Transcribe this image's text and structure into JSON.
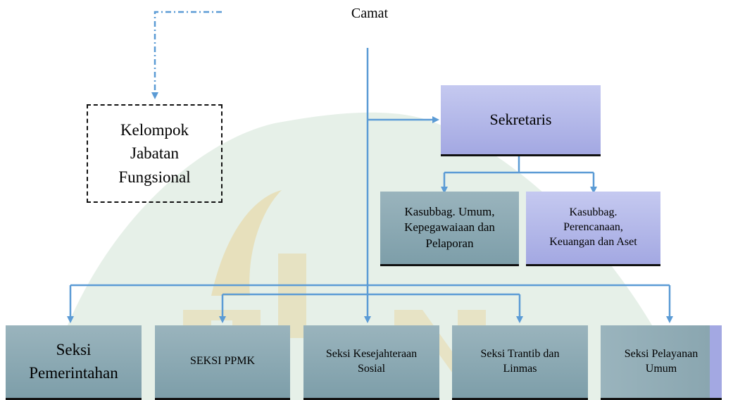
{
  "nodes": {
    "camat": "Camat",
    "fungsional": [
      "Kelompok",
      "Jabatan",
      "Fungsional"
    ],
    "sekretaris": "Sekretaris",
    "kasubbag_umum": [
      "Kasubbag. Umum,",
      "Kepegawaiaan dan",
      "Pelaporan"
    ],
    "kasubbag_perencanaan": [
      "Kasubbag.",
      "Perencanaan,",
      "Keuangan dan Aset"
    ],
    "seksi_pemerintahan": [
      "Seksi",
      "Pemerintahan"
    ],
    "seksi_ppmk": "SEKSI PPMK",
    "seksi_kesejahteraan": [
      "Seksi Kesejahteraan",
      "Sosial"
    ],
    "seksi_trantib": [
      "Seksi Trantib dan",
      "Linmas"
    ],
    "seksi_pelayanan": [
      "Seksi Pelayanan",
      "Umum"
    ]
  },
  "colors": {
    "connector": "#5b9bd5",
    "box_purple": "#b4b8ea",
    "box_teal": "#8aa9b3",
    "watermark_green": "#3a8a4a",
    "watermark_gold": "#e8c26a"
  }
}
